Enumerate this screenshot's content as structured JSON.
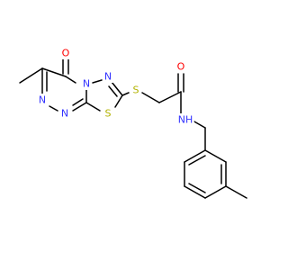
{
  "colors": {
    "background": "#ffffff",
    "bond": "#000000",
    "carbon": "#000000",
    "nitrogen": "#3333ff",
    "oxygen": "#ff0000",
    "sulfur": "#b2b200"
  },
  "atoms": [
    {
      "id": "O_keto",
      "label": "O",
      "element": "oxygen"
    },
    {
      "id": "N_5",
      "label": "N",
      "element": "nitrogen"
    },
    {
      "id": "N_tz",
      "label": "N",
      "element": "nitrogen"
    },
    {
      "id": "N_2",
      "label": "N",
      "element": "nitrogen"
    },
    {
      "id": "N_1",
      "label": "N",
      "element": "nitrogen"
    },
    {
      "id": "S_ring",
      "label": "S",
      "element": "sulfur"
    },
    {
      "id": "S_link",
      "label": "S",
      "element": "sulfur"
    },
    {
      "id": "O_amide",
      "label": "O",
      "element": "oxygen"
    },
    {
      "id": "N_amide",
      "label": "NH",
      "element": "nitrogen"
    }
  ]
}
